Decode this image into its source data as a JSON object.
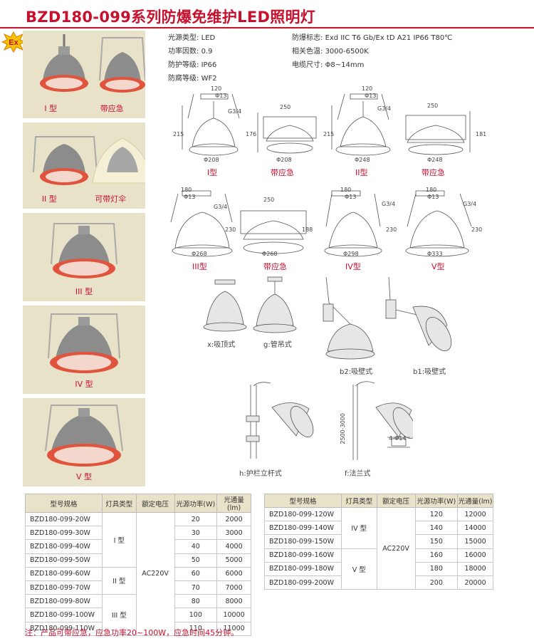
{
  "title": "BZD180-099系列防爆免维护LED照明灯",
  "badge": "Ex",
  "products": [
    {
      "captions": [
        "I 型",
        "带应急"
      ]
    },
    {
      "captions": [
        "II 型",
        "可带灯伞"
      ]
    },
    {
      "captions": [
        "III 型"
      ]
    },
    {
      "captions": [
        "IV 型"
      ]
    },
    {
      "captions": [
        "V 型"
      ]
    }
  ],
  "specs_left": [
    {
      "label": "光源类型:",
      "value": "LED"
    },
    {
      "label": "功率因数:",
      "value": "0.9"
    },
    {
      "label": "防护等级:",
      "value": "IP66"
    },
    {
      "label": "防腐等级:",
      "value": "WF2"
    }
  ],
  "specs_right": [
    {
      "label": "防爆标志:",
      "value": "Exd IIC T6 Gb/Ex tD A21 IP66 T80℃"
    },
    {
      "label": "相关色温:",
      "value": "3000-6500K"
    },
    {
      "label": "电缆尺寸:",
      "value": "Φ8~14mm"
    }
  ],
  "drawings": {
    "row1": [
      {
        "label": "I型",
        "w_top": "120",
        "w_hole": "Φ13",
        "thread": "G3/4",
        "height": "215",
        "diameter": "Φ208"
      },
      {
        "label": "带应急",
        "w_top": "250",
        "height": "176",
        "diameter": "Φ208"
      },
      {
        "label": "II型",
        "w_top": "120",
        "w_hole": "Φ13",
        "thread": "G3/4",
        "height": "215",
        "diameter": "Φ248"
      },
      {
        "label": "带应急",
        "w_top": "250",
        "height": "181",
        "diameter": "Φ248"
      }
    ],
    "row2": [
      {
        "label": "III型",
        "w_top": "180",
        "w_hole": "Φ13",
        "thread": "G3/4",
        "height": "230",
        "diameter": "Φ268"
      },
      {
        "label": "带应急",
        "w_top": "250",
        "height": "188",
        "diameter": "Φ268"
      },
      {
        "label": "IV型",
        "w_top": "180",
        "w_hole": "Φ13",
        "thread": "G3/4",
        "height": "230",
        "diameter": "Φ298"
      },
      {
        "label": "V型",
        "w_top": "180",
        "w_hole": "Φ13",
        "thread": "G3/4",
        "height": "230",
        "diameter": "Φ333"
      }
    ],
    "mounts": [
      "x:吸顶式",
      "g:管吊式",
      "b2:吸壁式",
      "b1:吸壁式",
      "h:护栏立杆式",
      "f:法兰式"
    ],
    "pole_height": "2500-3000",
    "flange_dim": "4-Φ14"
  },
  "table_headers": [
    "型号规格",
    "灯具类型",
    "额定电压",
    "光源功率(W)",
    "光通量(lm)"
  ],
  "table_left": [
    {
      "model": "BZD180-099-20W",
      "power": "20",
      "flux": "2000"
    },
    {
      "model": "BZD180-099-30W",
      "power": "30",
      "flux": "3000"
    },
    {
      "model": "BZD180-099-40W",
      "power": "40",
      "flux": "4000"
    },
    {
      "model": "BZD180-099-50W",
      "power": "50",
      "flux": "5000"
    },
    {
      "model": "BZD180-099-60W",
      "power": "60",
      "flux": "6000"
    },
    {
      "model": "BZD180-099-70W",
      "power": "70",
      "flux": "7000"
    },
    {
      "model": "BZD180-099-80W",
      "power": "80",
      "flux": "8000"
    },
    {
      "model": "BZD180-099-100W",
      "power": "100",
      "flux": "10000"
    },
    {
      "model": "BZD180-099-110W",
      "power": "110",
      "flux": "11000"
    }
  ],
  "table_left_types": [
    "I 型",
    "II 型",
    "III 型"
  ],
  "table_right": [
    {
      "model": "BZD180-099-120W",
      "power": "120",
      "flux": "12000"
    },
    {
      "model": "BZD180-099-140W",
      "power": "140",
      "flux": "14000"
    },
    {
      "model": "BZD180-099-150W",
      "power": "150",
      "flux": "15000"
    },
    {
      "model": "BZD180-099-160W",
      "power": "160",
      "flux": "16000"
    },
    {
      "model": "BZD180-099-180W",
      "power": "180",
      "flux": "18000"
    },
    {
      "model": "BZD180-099-200W",
      "power": "200",
      "flux": "20000"
    }
  ],
  "table_right_types": [
    "IV 型",
    "V 型"
  ],
  "voltage": "AC220V",
  "note": "注：产品可带应急，应急功率20~100W，应急时间45分钟。",
  "colors": {
    "accent": "#c8102e",
    "panel": "#e8e3c8",
    "lamp_body": "#8c8c8c",
    "lamp_ring": "#e0533c"
  }
}
